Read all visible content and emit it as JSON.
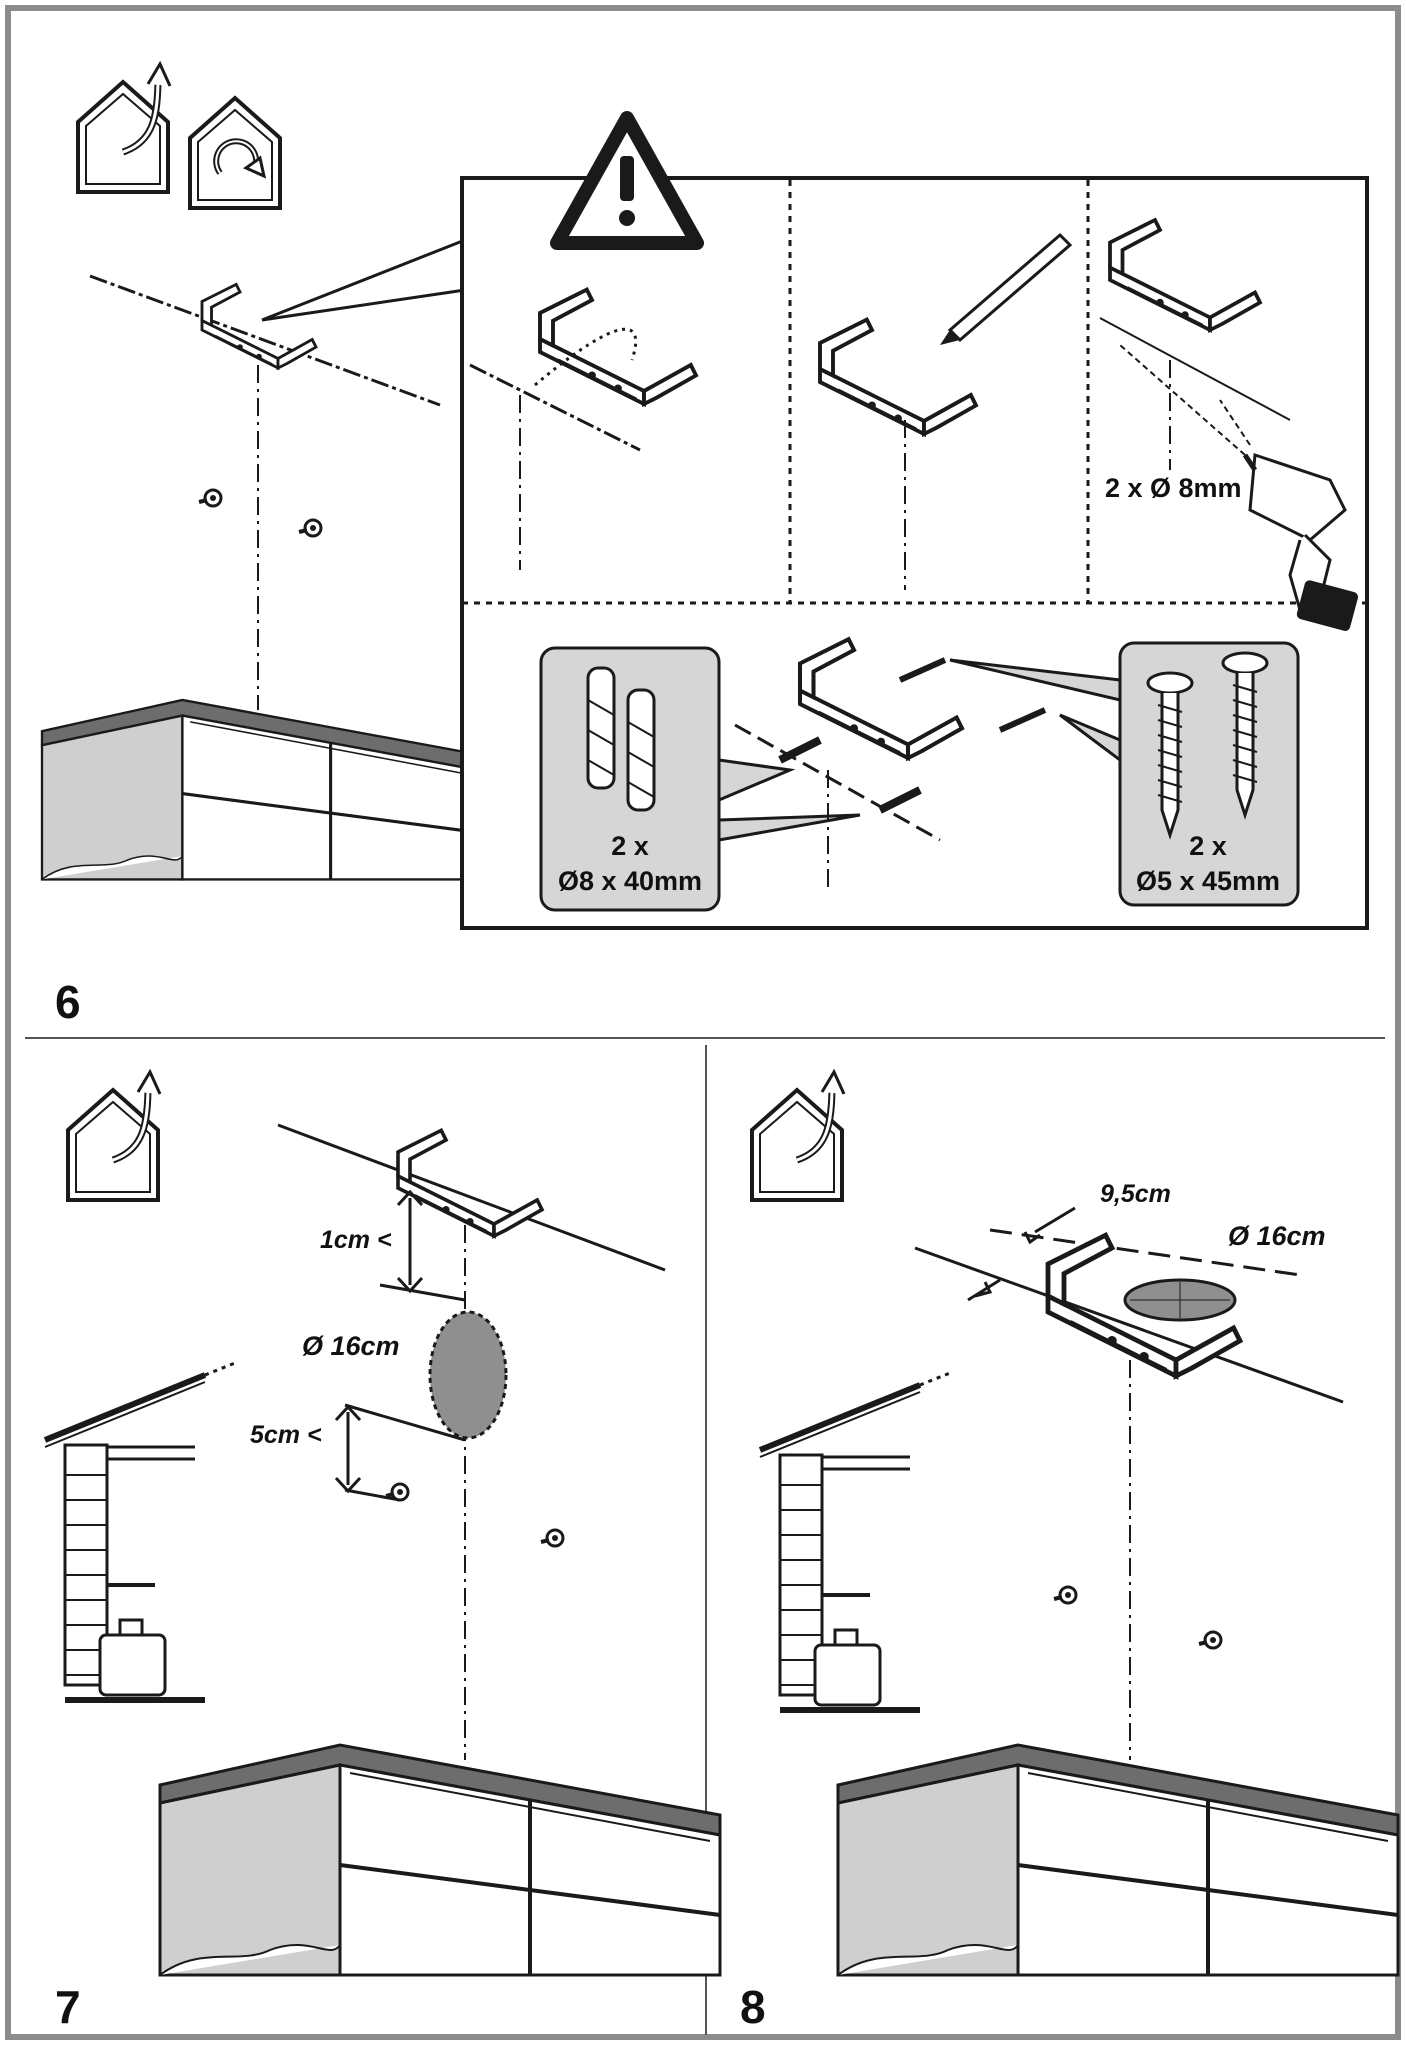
{
  "colors": {
    "outer_frame": "#8c8c8c",
    "ink": "#1a1a1a",
    "callout_bg": "#d6d6d6",
    "hole_fill": "#8f8f8f",
    "cabinet_top": "#6d6d6d",
    "cabinet_side": "#cfcfcf"
  },
  "icons": [
    "extraction-mode-icon",
    "recirculation-mode-icon",
    "warning-icon",
    "drill-icon",
    "wall-plug-icon",
    "screw-icon"
  ],
  "step6": {
    "number": "6",
    "drill_label": "2 x Ø 8mm",
    "plugs": {
      "qty": "2 x",
      "size": "Ø8 x 40mm"
    },
    "screws": {
      "qty": "2 x",
      "size": "Ø5 x 45mm"
    }
  },
  "step7": {
    "number": "7",
    "dim_top": "1cm <",
    "hole_diameter": "Ø 16cm",
    "dim_bottom": "5cm <"
  },
  "step8": {
    "number": "8",
    "offset": "9,5cm",
    "hole_diameter": "Ø 16cm"
  }
}
